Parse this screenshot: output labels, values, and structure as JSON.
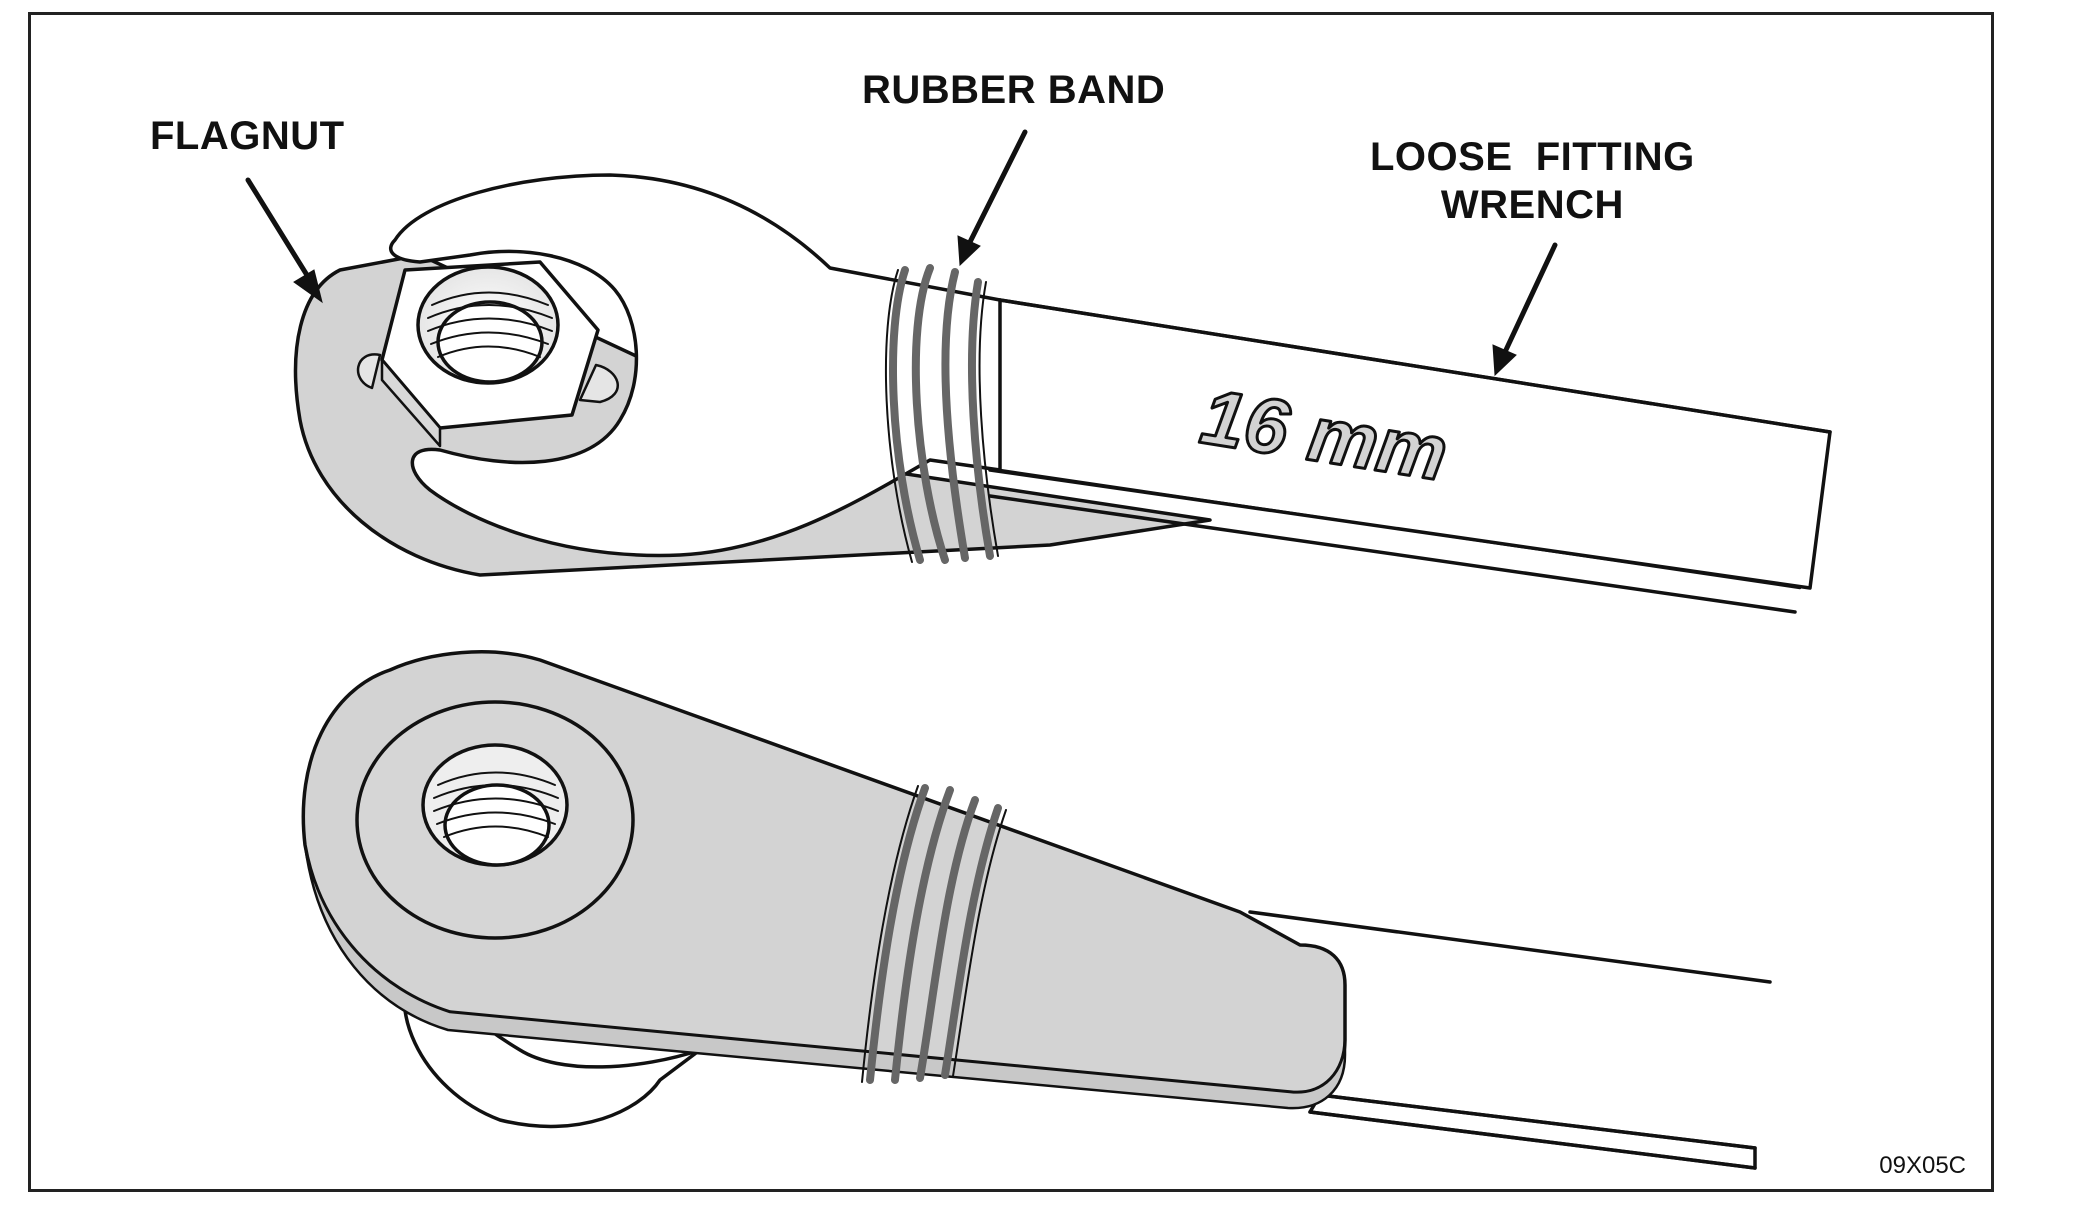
{
  "labels": {
    "flagnut": "FLAGNUT",
    "rubber_band": "RUBBER BAND",
    "wrench_line1": "LOOSE  FITTING",
    "wrench_line2": "WRENCH",
    "wrench_size": "16 mm",
    "figure_id": "09X05C"
  },
  "colors": {
    "outline": "#111111",
    "flagnut_fill": "#d3d3d3",
    "wrench_fill": "#ffffff",
    "rubber_band": "#777777"
  }
}
